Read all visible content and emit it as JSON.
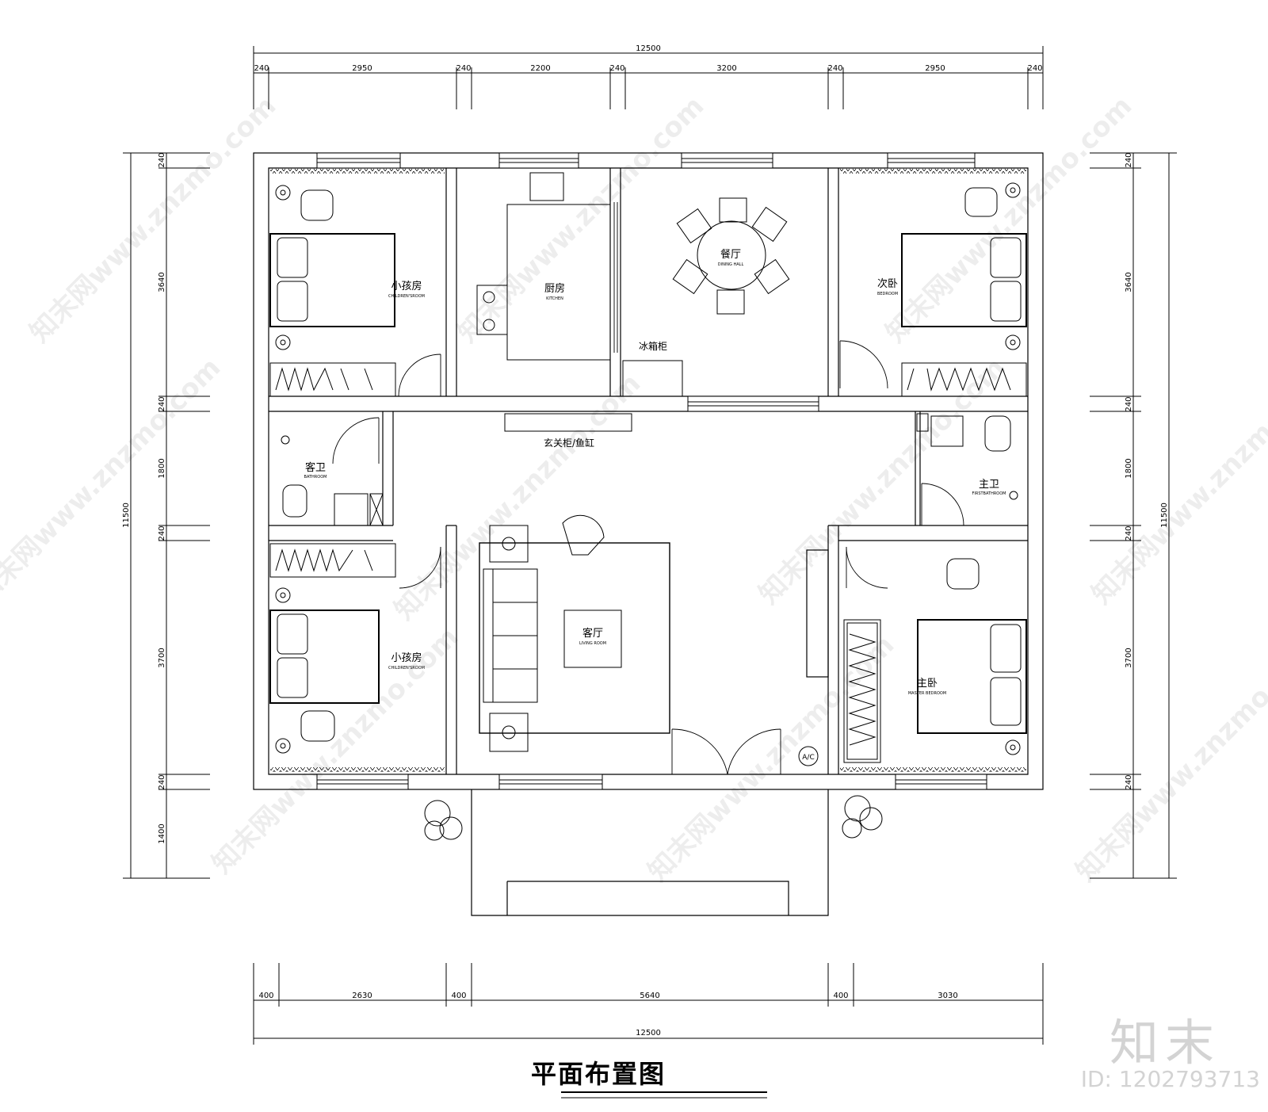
{
  "drawing_title": "平面布置图",
  "brand_logo": "知末",
  "image_id": "ID: 1202793713",
  "watermark": "知末网www.znzmo.com",
  "dimensions": {
    "top_total": "12500",
    "top_segments": [
      "240",
      "2950",
      "240",
      "2200",
      "240",
      "3200",
      "240",
      "2950",
      "240"
    ],
    "bottom_total": "12500",
    "bottom_segments": [
      "400",
      "2630",
      "400",
      "5640",
      "400",
      "3030"
    ],
    "left_total": "11500",
    "left_segments": [
      "240",
      "3640",
      "240",
      "1800",
      "240",
      "3700",
      "240",
      "1400"
    ],
    "right_total": "11500",
    "right_segments": [
      "240",
      "3640",
      "240",
      "1800",
      "240",
      "3700",
      "240"
    ]
  },
  "rooms": {
    "children_room_top": {
      "zh": "小孩房",
      "en": "CHILDREN'SROOM"
    },
    "kitchen": {
      "zh": "厨房",
      "en": "KITCHEN"
    },
    "dining": {
      "zh": "餐厅",
      "en": "DINING HALL"
    },
    "second_bedroom": {
      "zh": "次卧",
      "en": "BEDROOM"
    },
    "guest_bath": {
      "zh": "客卫",
      "en": "BATHROOM"
    },
    "master_bath": {
      "zh": "主卫",
      "en": "FIRSTBATHROOM"
    },
    "living": {
      "zh": "客厅",
      "en": "LIVING ROOM"
    },
    "children_room_bottom": {
      "zh": "小孩房",
      "en": "CHILDREN'SROOM"
    },
    "master_bedroom": {
      "zh": "主卧",
      "en": "MASTER BEDROOM"
    }
  },
  "annotations": {
    "fridge_cabinet": "冰箱柜",
    "entry_cabinet": "玄关柜/鱼缸",
    "ac_symbol": "A/C"
  }
}
